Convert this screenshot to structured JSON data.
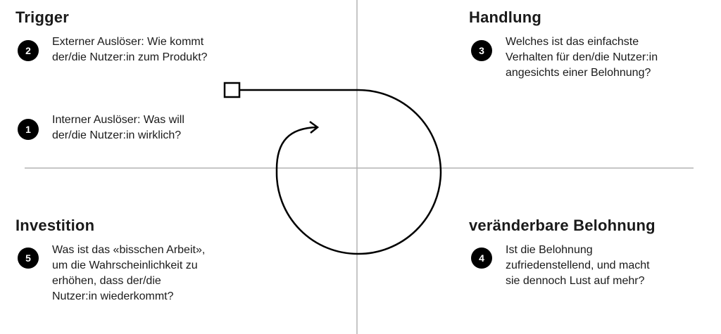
{
  "quadrants": {
    "trigger": {
      "title": "Trigger",
      "steps": [
        {
          "number": "2",
          "text": "Externer Auslöser: Wie kommt\nder/die Nutzer:in zum Produkt?"
        },
        {
          "number": "1",
          "text": "Interner Auslöser: Was will\nder/die Nutzer:in wirklich?"
        }
      ]
    },
    "action": {
      "title": "Handlung",
      "steps": [
        {
          "number": "3",
          "text": "Welches ist das einfachste\nVerhalten für den/die Nutzer:in\nangesichts einer Belohnung?"
        }
      ]
    },
    "investment": {
      "title": "Investition",
      "steps": [
        {
          "number": "5",
          "text": "Was ist das «bisschen Arbeit»,\num die Wahrscheinlichkeit zu\nerhöhen, dass der/die\nNutzer:in wiederkommt?"
        }
      ]
    },
    "reward": {
      "title": "veränderbare Belohnung",
      "steps": [
        {
          "number": "4",
          "text": "Ist die Belohnung\nzufriedenstellend, und macht\nsie dennoch Lust auf mehr?"
        }
      ]
    }
  },
  "colors": {
    "axis": "#b3b3b3",
    "loop": "#000000",
    "badge": "#000000",
    "text": "#1a1a1a"
  }
}
